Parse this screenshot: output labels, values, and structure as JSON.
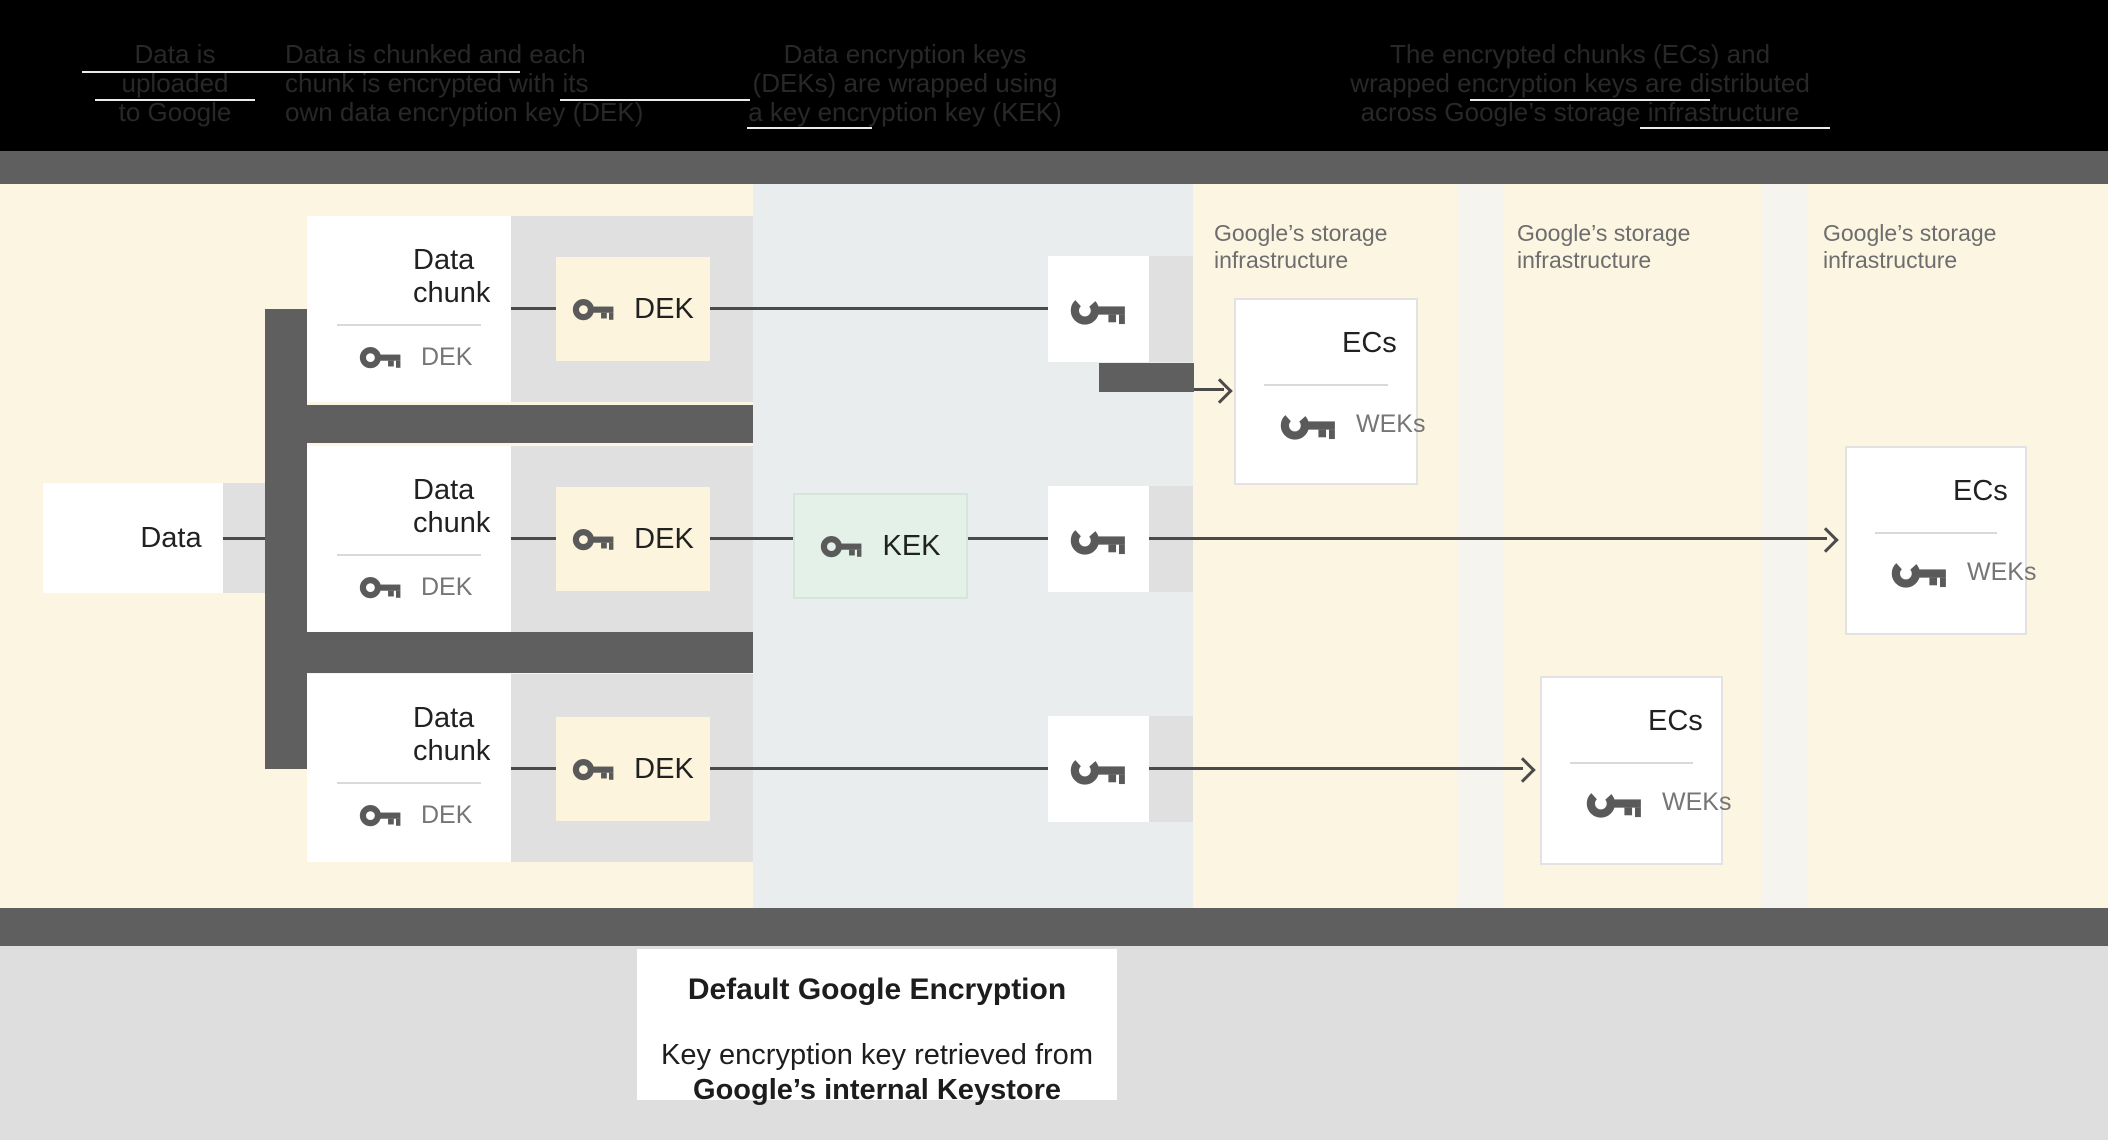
{
  "header": {
    "columns": [
      {
        "lines": [
          "Data is",
          "uploaded",
          "to Google"
        ]
      },
      {
        "lines": [
          "Data is chunked and each",
          "chunk is encrypted with its",
          "own data encryption key (DEK)"
        ]
      },
      {
        "lines": [
          "Data encryption keys",
          "(DEKs) are wrapped using",
          "a key encryption key (KEK)"
        ]
      },
      {
        "lines": [
          "The encrypted chunks (ECs) and",
          "wrapped encryption keys are distributed",
          "across Google’s storage infrastructure"
        ]
      }
    ]
  },
  "diagram": {
    "data_node": {
      "label": "Data"
    },
    "chunk_nodes": [
      {
        "title": "Data chunk",
        "key_label": "DEK"
      },
      {
        "title": "Data chunk",
        "key_label": "DEK"
      },
      {
        "title": "Data chunk",
        "key_label": "DEK"
      }
    ],
    "dek_nodes": [
      {
        "label": "DEK"
      },
      {
        "label": "DEK"
      },
      {
        "label": "DEK"
      }
    ],
    "kek_node": {
      "label": "KEK"
    },
    "storage_labels": [
      {
        "line1": "Google’s storage",
        "line2": "infrastructure"
      },
      {
        "line1": "Google’s storage",
        "line2": "infrastructure"
      },
      {
        "line1": "Google’s storage",
        "line2": "infrastructure"
      }
    ],
    "ec_nodes": [
      {
        "title": "ECs",
        "key_label": "WEKs"
      },
      {
        "title": "ECs",
        "key_label": "WEKs"
      },
      {
        "title": "ECs",
        "key_label": "WEKs"
      }
    ]
  },
  "caption": {
    "title": "Default Google Encryption",
    "line1": "Key encryption key retrieved from",
    "line2": "Google’s internal Keystore"
  },
  "colors": {
    "header_bg": "#000000",
    "beige": "#fcf5e2",
    "blue_band": "#e9edee",
    "mint_kek": "#e3f1e9",
    "dark_bar": "#5f5f5f",
    "shadow_gray": "#e0e0e0",
    "line": "#4a4a4a",
    "text_dark": "#212121",
    "text_gray": "#757575",
    "page_bottom": "#dedede"
  }
}
